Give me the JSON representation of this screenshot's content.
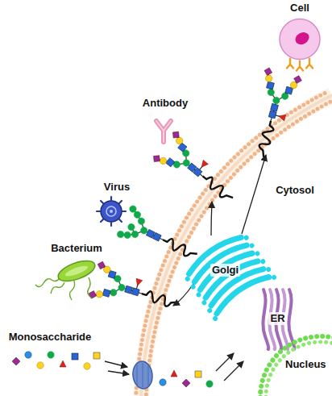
{
  "diagram": {
    "nodes": [
      {
        "text": [
          "Cell"
        ]
      },
      {
        "text": [
          "Golgi"
        ]
      },
      {
        "text": [
          "ER"
        ]
      },
      {
        "text": [
          "Nucleus"
        ]
      }
    ],
    "labels": [
      "Antibody",
      "Virus",
      "Bacterium",
      "Monosaccharide",
      "Cytosol"
    ]
  }
}
